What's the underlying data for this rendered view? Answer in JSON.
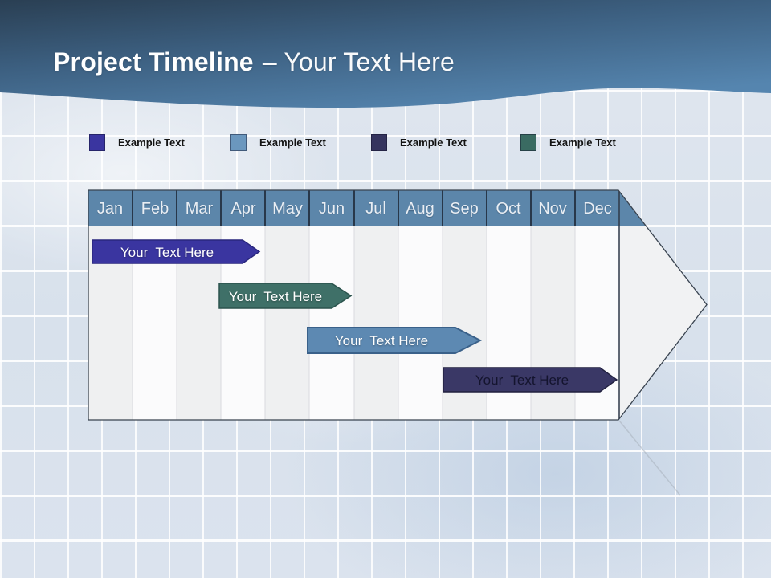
{
  "header": {
    "title_bold": "Project Timeline",
    "title_rest": "– Your Text Here"
  },
  "legend": {
    "items": [
      {
        "label": "Example Text",
        "color": "#3a35a0"
      },
      {
        "label": "Example Text",
        "color": "#6b97be"
      },
      {
        "label": "Example Text",
        "color": "#35345e"
      },
      {
        "label": "Example Text",
        "color": "#3a6b62"
      }
    ]
  },
  "timeline": {
    "type": "gantt-arrow",
    "header_color": "#5c86aa",
    "months": [
      "Jan",
      "Feb",
      "Mar",
      "Apr",
      "May",
      "Jun",
      "Jul",
      "Aug",
      "Sep",
      "Oct",
      "Nov",
      "Dec"
    ],
    "bars": [
      {
        "label": "Your  Text Here",
        "color": "#3a35a0",
        "text_color": "#ffffff",
        "start_month": "Jan",
        "end_month": "Apr"
      },
      {
        "label": "Your  Text Here",
        "color": "#3f7068",
        "text_color": "#ffffff",
        "start_month": "Apr",
        "end_month": "Jun"
      },
      {
        "label": "Your  Text Here",
        "color": "#5d89b2",
        "text_color": "#ffffff",
        "start_month": "Jun",
        "end_month": "Sep"
      },
      {
        "label": "Your  Text Here",
        "color": "#3a3866",
        "text_color": "#14142e",
        "start_month": "Sep",
        "end_month": "Dec"
      }
    ]
  }
}
